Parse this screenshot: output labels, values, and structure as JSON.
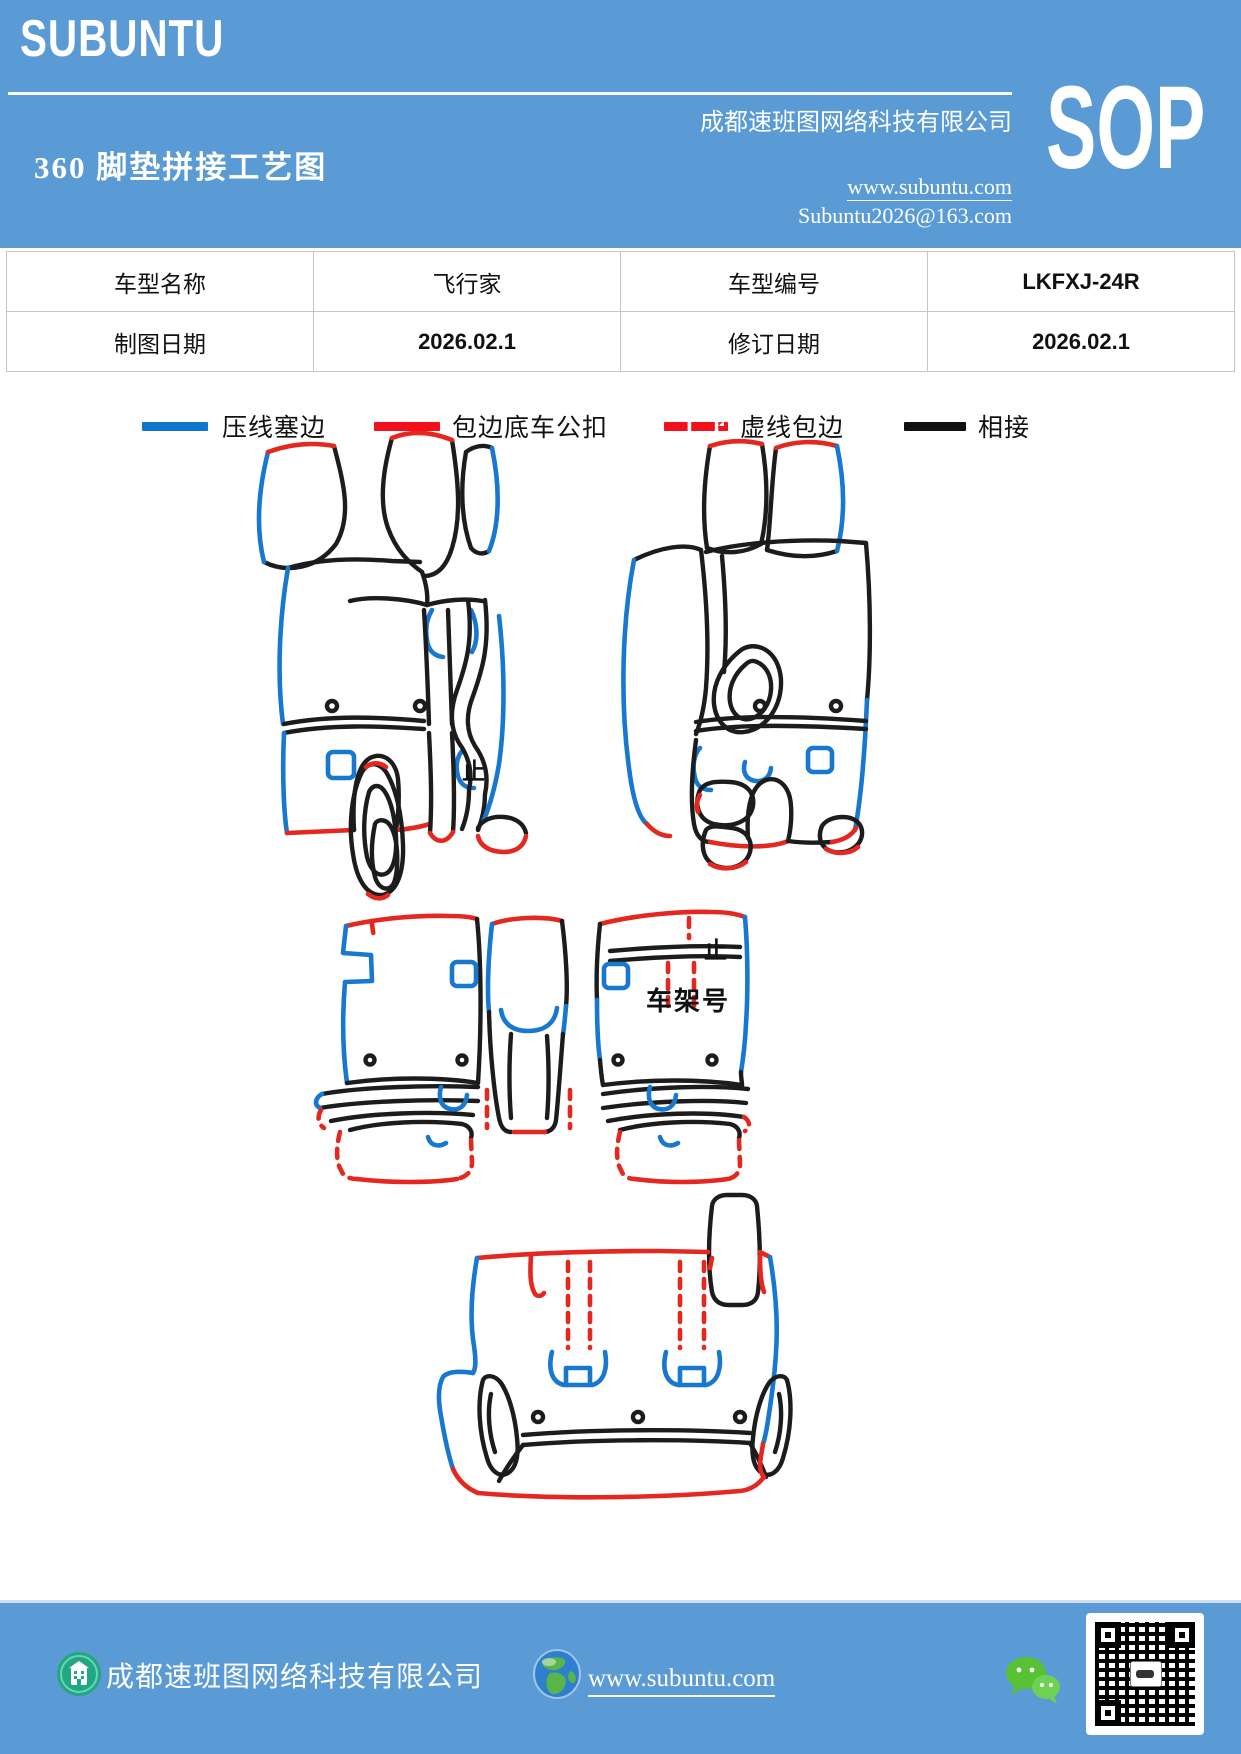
{
  "header": {
    "logo": "SUBUNTU",
    "company": "成都速班图网络科技有限公司",
    "title": "360 脚垫拼接工艺图",
    "website": "www.subuntu.com",
    "email": "Subuntu2026@163.com",
    "sop": "SOP",
    "background_color": "#5b9bd5"
  },
  "info_table": {
    "rows": [
      {
        "label1": "车型名称",
        "value1": "飞行家",
        "label2": "车型编号",
        "value2": "LKFXJ-24R"
      },
      {
        "label1": "制图日期",
        "value1": "2026.02.1",
        "label2": "修订日期",
        "value2": "2026.02.1"
      }
    ]
  },
  "legend": {
    "items": [
      {
        "label": "压线塞边",
        "color": "#0e76cc",
        "style": "solid"
      },
      {
        "label": "包边底车公扣",
        "color": "#f2101a",
        "style": "solid"
      },
      {
        "label": "虚线包边",
        "color": "#f2101a",
        "style": "dashed"
      },
      {
        "label": "相接",
        "color": "#111111",
        "style": "solid"
      }
    ]
  },
  "diagram": {
    "annotations": [
      {
        "text": "止"
      },
      {
        "text": "止"
      },
      {
        "text": "车架号"
      }
    ],
    "line_colors": {
      "blue": "#1878d0",
      "red": "#e42820",
      "black": "#1c1c1c"
    }
  },
  "footer": {
    "company": "成都速班图网络科技有限公司",
    "website": "www.subuntu.com"
  }
}
